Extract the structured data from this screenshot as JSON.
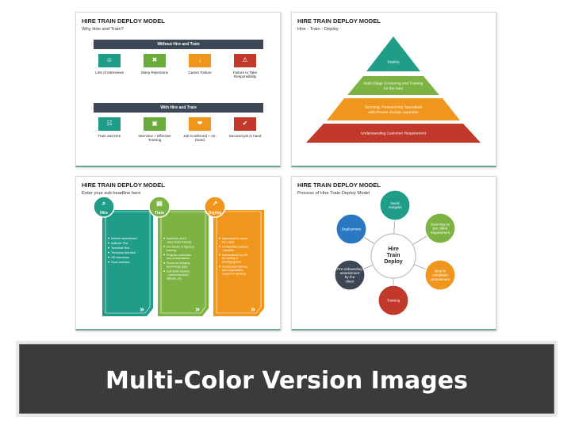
{
  "slide1": {
    "title": "HIRE TRAIN DEPLOY MODEL",
    "subtitle": "Why Hire and Train?",
    "without_header": "Without Hire and Train",
    "with_header": "With Hire and Train",
    "without_items": [
      {
        "label": "Lots of Interviews",
        "color": "#1f9d89",
        "icon": "interview-icon"
      },
      {
        "label": "Many Rejections",
        "color": "#6aab3c",
        "icon": "rejection-icon"
      },
      {
        "label": "Career Failure",
        "color": "#f0961c",
        "icon": "failure-icon"
      },
      {
        "label": "Failure to Take Responsibility",
        "color": "#c0392b",
        "icon": "responsibility-icon"
      }
    ],
    "with_items": [
      {
        "label": "Train and Hire",
        "color": "#1f9d89",
        "icon": "team-icon"
      },
      {
        "label": "Interview + Effective Training",
        "color": "#6aab3c",
        "icon": "training-icon"
      },
      {
        "label": "Job Confirmed + on-board",
        "color": "#f0961c",
        "icon": "handshake-icon"
      },
      {
        "label": "Secured job in hand",
        "color": "#c0392b",
        "icon": "secured-icon"
      }
    ]
  },
  "slide2": {
    "title": "HIRE TRAIN DEPLOY MODEL",
    "subtitle": "Hire - Train - Deploy",
    "levels": [
      {
        "label": "Deploy",
        "color": "#1f9d89"
      },
      {
        "label": "Multi-Stage Screening and Training for the best",
        "color": "#7cb342"
      },
      {
        "label": "Sourcing, Researching Specialists with Proven domain expertise",
        "color": "#f0961c"
      },
      {
        "label": "Understanding Customer Requirement",
        "color": "#c0392b"
      }
    ]
  },
  "slide3": {
    "title": "HIRE TRAIN DEPLOY MODEL",
    "subtitle": "Enter your sub headline here",
    "columns": [
      {
        "label": "Hire",
        "color": "#1f9d89",
        "icon": "search-user-icon",
        "bullets": [
          "Interest ascertained",
          "Aptitude Test",
          "Technical Test",
          "Technical interview",
          "HR interviews",
          "Final selection"
        ]
      },
      {
        "label": "Train",
        "color": "#7cb342",
        "icon": "presentation-icon",
        "bullets": [
          "Instructor-led & video-base training",
          "3-6 weeks of rigorous training",
          "Projects, exercises and presentations",
          "Focus on bridging technology gaps",
          "Soft skills training - communication, attitude, etc."
        ]
      },
      {
        "label": "Deploy",
        "color": "#f0961c",
        "icon": "rocket-icon",
        "bullets": [
          "Agreement to serve for 1 year",
          "Competitive salaries / benefits",
          "Interventions by HR for feeling of belongingness",
          "Continuous training and organization support in delivery"
        ]
      }
    ]
  },
  "slide4": {
    "title": "HIRE TRAIN DEPLOY MODEL",
    "subtitle": "Process of Hire Train Deploy Model",
    "center": "Hire Train Deploy",
    "nodes": [
      {
        "label": "Need Analysis",
        "color": "#1f9d89"
      },
      {
        "label": "Sourcing as per client requirement",
        "color": "#7cb342"
      },
      {
        "label": "Best fit candidate assessment",
        "color": "#f0961c"
      },
      {
        "label": "Training",
        "color": "#c0392b"
      },
      {
        "label": "Pre-onboarding assessment by the client",
        "color": "#3c4654"
      },
      {
        "label": "Deployment",
        "color": "#2a78c2"
      }
    ]
  },
  "footer": {
    "title": "Multi-Color Version Images"
  }
}
